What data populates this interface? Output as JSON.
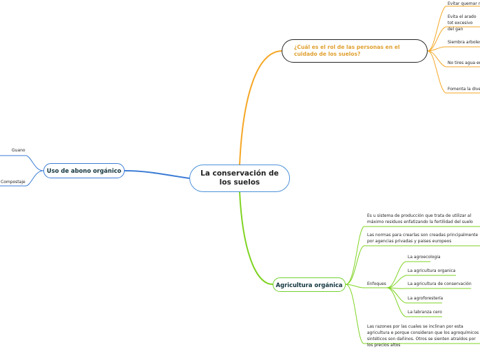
{
  "central": {
    "title": "La conservación de los suelos"
  },
  "branches": {
    "personas": {
      "title": "¿Cuál es el rol de las personas en el cuidado de los suelos?",
      "color": "#f5a623",
      "items": [
        "Evitar quemar r",
        "Evita el arado tot excesivo del gan",
        "Siembra arboles",
        "No tires agua en",
        "Fomenta la diver"
      ]
    },
    "abono": {
      "title": "Uso de abono orgánico",
      "color": "#3a7bd5",
      "items": [
        "Guano",
        "Compostaje"
      ]
    },
    "agricultura": {
      "title": "Agricultura orgánica",
      "color": "#7ed321",
      "items": [
        "Es u sistema de producción que trata de utilizar al máximo residuos enfatizando la fertilidad del suelo",
        "Las normas para crearlas son creadas principalmente por agencias privadas y paises europeos",
        "Enfoques",
        "Las razones por las cuales se inclinan por esta agricultura e porque consideran que los agroquímicos sintéticos son dañinos. Otros se sienten atraídos por los precios altos"
      ],
      "enfoques": [
        "La agroecologia",
        "La agricultura organica",
        "La agricultura de conservación",
        "La agroforestería",
        "La labranza cero"
      ]
    }
  }
}
